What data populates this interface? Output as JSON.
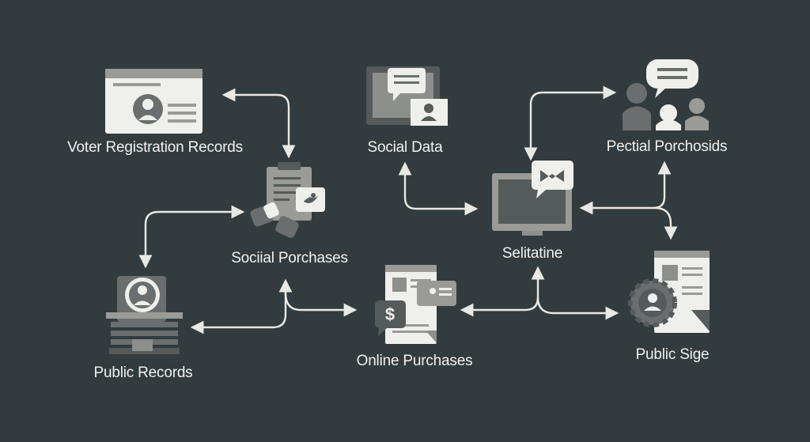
{
  "diagram": {
    "nodes": {
      "voter_registration": {
        "label": "Voter Registration Records",
        "icon": "id-card-icon"
      },
      "social_data": {
        "label": "Social Data",
        "icon": "monitor-chat-icon"
      },
      "pectial_porchosids": {
        "label": "Pectial Porchosids",
        "icon": "people-speech-icon"
      },
      "sociial_porchases": {
        "label": "Sociial Porchases",
        "icon": "clipboard-social-icon"
      },
      "selitatine": {
        "label": "Selitatine",
        "icon": "monitor-message-icon"
      },
      "public_records": {
        "label": "Public Records",
        "icon": "records-stack-icon"
      },
      "online_purchases": {
        "label": "Online Purchases",
        "icon": "document-dollar-icon"
      },
      "public_sige": {
        "label": "Public Sige",
        "icon": "document-gear-icon"
      }
    },
    "edges": [
      {
        "from": "voter_registration",
        "to": "sociial_porchases",
        "bidirectional": true
      },
      {
        "from": "sociial_porchases",
        "to": "public_records",
        "bidirectional": true
      },
      {
        "from": "public_records",
        "to": "online_purchases",
        "bidirectional": true
      },
      {
        "from": "social_data",
        "to": "selitatine",
        "bidirectional": true
      },
      {
        "from": "selitatine",
        "to": "pectial_porchosids",
        "bidirectional": true
      },
      {
        "from": "selitatine",
        "to": "public_sige",
        "bidirectional": true
      },
      {
        "from": "online_purchases",
        "to": "public_sige",
        "bidirectional": true
      }
    ]
  },
  "colors": {
    "background": "#323b3d",
    "line": "#e9e9e4",
    "icon_light": "#efefec",
    "icon_mid": "#9a9a96",
    "icon_dark": "#555a5a"
  }
}
